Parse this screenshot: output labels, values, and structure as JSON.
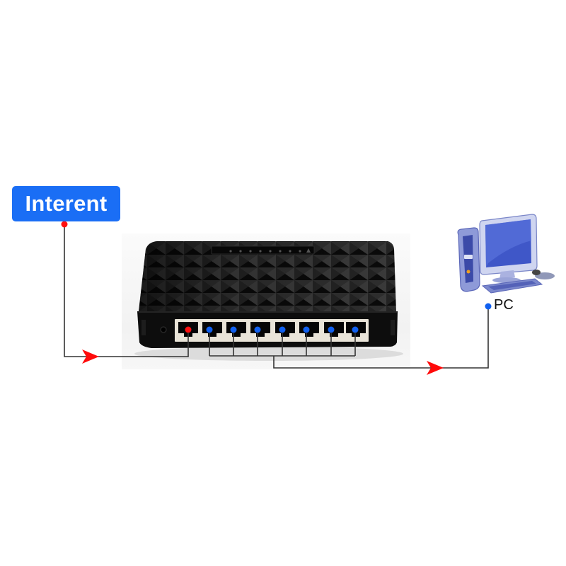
{
  "diagram": {
    "source_label": "Interent",
    "target_label": "PC",
    "device": "8-port network switch",
    "ports": {
      "count": 8,
      "uplink_port_index": 0,
      "uplink_color": "#ff0000",
      "lan_port_color": "#1060f0"
    },
    "flow": [
      {
        "from": "Interent",
        "to": "switch-port-1",
        "arrow_color": "#ff0000"
      },
      {
        "from": "switch-ports-2-8",
        "to": "PC",
        "arrow_color": "#ff0000"
      }
    ],
    "colors": {
      "label_bg": "#1a6ef5",
      "line": "#333333",
      "arrow": "#ff0000",
      "switch_body": "#111111"
    }
  }
}
